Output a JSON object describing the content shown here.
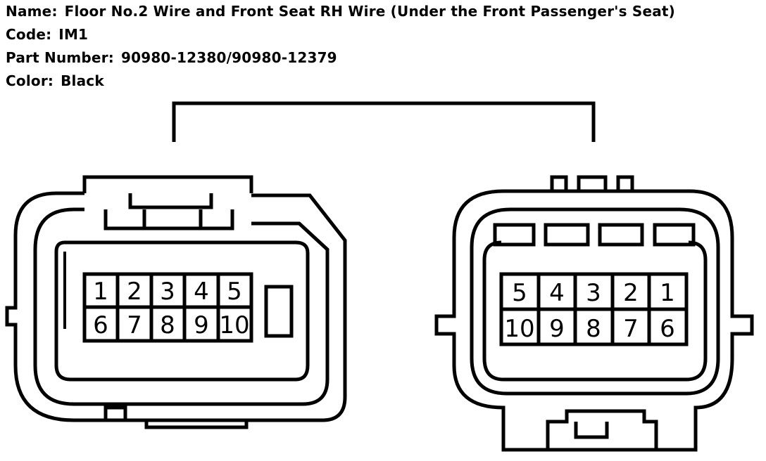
{
  "header": {
    "name_label": "Name:",
    "name_value": "Floor No.2 Wire and Front Seat RH Wire (Under the Front Passenger's Seat)",
    "code_label": "Code:",
    "code_value": "IM1",
    "part_label": "Part Number:",
    "part_value": "90980-12380/90980-12379",
    "color_label": "Color:",
    "color_value": "Black"
  },
  "connectors": {
    "left": {
      "top_row": [
        "1",
        "2",
        "3",
        "4",
        "5"
      ],
      "bottom_row": [
        "6",
        "7",
        "8",
        "9",
        "10"
      ]
    },
    "right": {
      "top_row": [
        "5",
        "4",
        "3",
        "2",
        "1"
      ],
      "bottom_row": [
        "10",
        "9",
        "8",
        "7",
        "6"
      ]
    }
  }
}
